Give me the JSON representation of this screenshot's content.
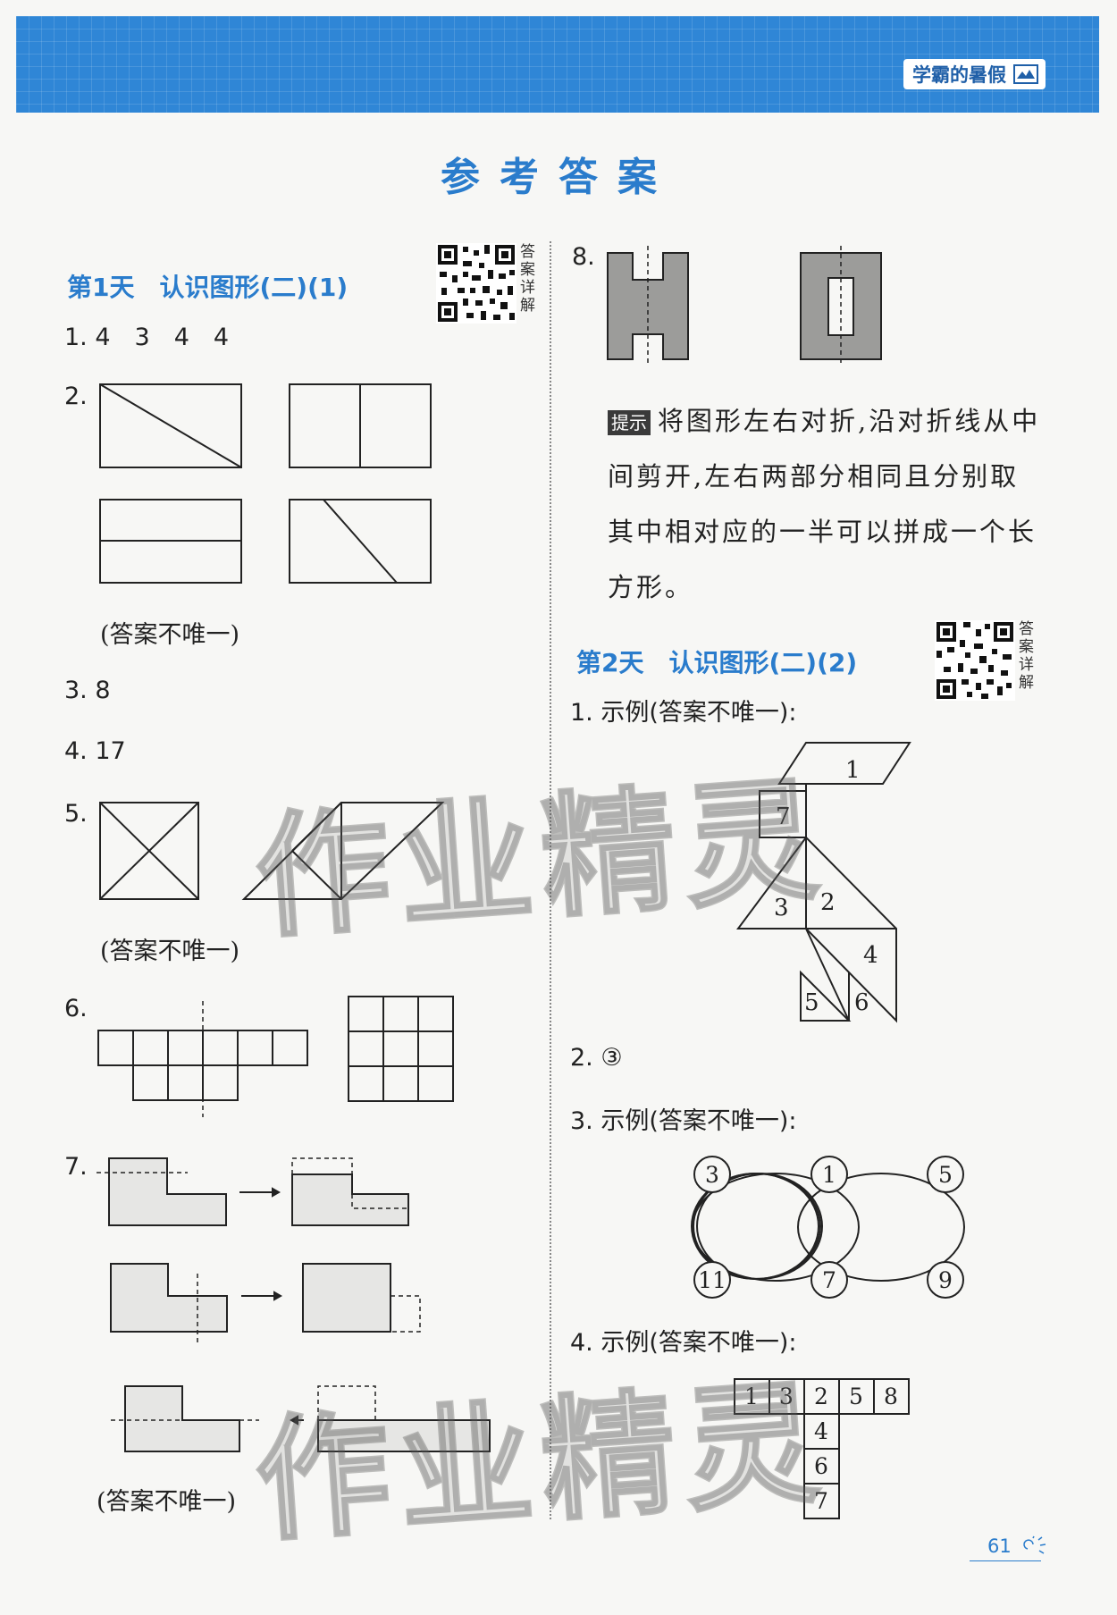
{
  "header": {
    "badge": "学霸的暑假"
  },
  "page_title": "参考答案",
  "qr_label": "答案详解",
  "day1": {
    "title": "第1天　认识图形(二)(1)",
    "q1": "1. 4　3　4　4",
    "q2": "2.",
    "q3": "3. 8",
    "q4": "4. 17",
    "q5": "5.",
    "q6": "6.",
    "q7": "7.",
    "not_unique": "(答案不唯一)"
  },
  "q8": {
    "label": "8.",
    "hint_tag": "提示",
    "hint": "将图形左右对折,沿对折线从中间剪开,左右两部分相同且分别取其中相对应的一半可以拼成一个长方形。"
  },
  "day2": {
    "title": "第2天　认识图形(二)(2)",
    "q1": "1. 示例(答案不唯一):",
    "q2": "2. ③",
    "q3": "3. 示例(答案不唯一):",
    "q4": "4. 示例(答案不唯一):",
    "tangram_numbers": [
      "1",
      "7",
      "2",
      "3",
      "4",
      "5",
      "6"
    ],
    "circle_numbers": [
      "3",
      "1",
      "5",
      "11",
      "7",
      "9"
    ],
    "grid_row": [
      "1",
      "3",
      "2",
      "5",
      "8"
    ],
    "grid_col": [
      "4",
      "6",
      "7"
    ]
  },
  "watermark": "作业精灵",
  "page_number": "61"
}
